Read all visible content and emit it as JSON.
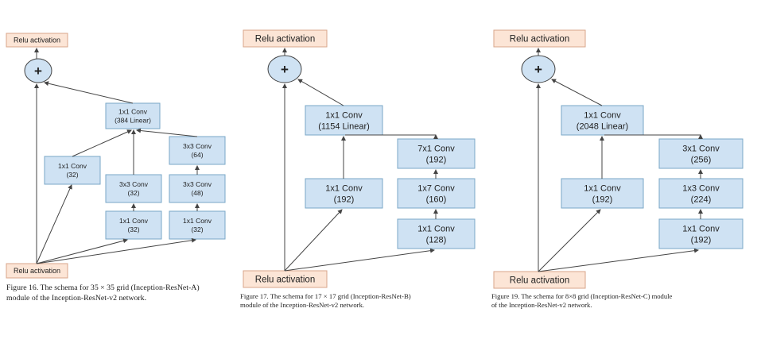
{
  "colors": {
    "conv_fill": "#cfe2f3",
    "conv_stroke": "#7aa7c7",
    "relu_fill": "#fce5d6",
    "relu_stroke": "#d8a58a",
    "plus_fill": "#cfe2f3",
    "line": "#444444",
    "text": "#222222"
  },
  "figures": [
    {
      "id": "a",
      "relu_top": "Relu activation",
      "relu_bottom": "Relu activation",
      "plus": "+",
      "nodes": [
        {
          "id": "combine",
          "l1": "1x1 Conv",
          "l2": "(384 Linear)"
        },
        {
          "id": "b1",
          "l1": "1x1 Conv",
          "l2": "(32)"
        },
        {
          "id": "b2a",
          "l1": "3x3 Conv",
          "l2": "(32)"
        },
        {
          "id": "b2b",
          "l1": "1x1 Conv",
          "l2": "(32)"
        },
        {
          "id": "b3a",
          "l1": "3x3 Conv",
          "l2": "(64)"
        },
        {
          "id": "b3b",
          "l1": "3x3 Conv",
          "l2": "(48)"
        },
        {
          "id": "b3c",
          "l1": "1x1 Conv",
          "l2": "(32)"
        }
      ],
      "caption": [
        "Figure 16. The schema for 35 × 35 grid (Inception-ResNet-A)",
        "module of the Inception-ResNet-v2 network."
      ]
    },
    {
      "id": "b",
      "relu_top": "Relu activation",
      "relu_bottom": "Relu activation",
      "plus": "+",
      "nodes": [
        {
          "id": "combine",
          "l1": "1x1 Conv",
          "l2": "(1154 Linear)"
        },
        {
          "id": "b1",
          "l1": "1x1 Conv",
          "l2": "(192)"
        },
        {
          "id": "b2a",
          "l1": "7x1 Conv",
          "l2": "(192)"
        },
        {
          "id": "b2b",
          "l1": "1x7 Conv",
          "l2": "(160)"
        },
        {
          "id": "b2c",
          "l1": "1x1 Conv",
          "l2": "(128)"
        }
      ],
      "caption": [
        "Figure 17. The schema for 17 × 17 grid (Inception-ResNet-B)",
        "module of the Inception-ResNet-v2 network."
      ]
    },
    {
      "id": "c",
      "relu_top": "Relu activation",
      "relu_bottom": "Relu activation",
      "plus": "+",
      "nodes": [
        {
          "id": "combine",
          "l1": "1x1 Conv",
          "l2": "(2048 Linear)"
        },
        {
          "id": "b1",
          "l1": "1x1 Conv",
          "l2": "(192)"
        },
        {
          "id": "b2a",
          "l1": "3x1 Conv",
          "l2": "(256)"
        },
        {
          "id": "b2b",
          "l1": "1x3 Conv",
          "l2": "(224)"
        },
        {
          "id": "b2c",
          "l1": "1x1 Conv",
          "l2": "(192)"
        }
      ],
      "caption": [
        "Figure 19. The schema for 8×8 grid (Inception-ResNet-C) module",
        "of the Inception-ResNet-v2 network."
      ]
    }
  ]
}
